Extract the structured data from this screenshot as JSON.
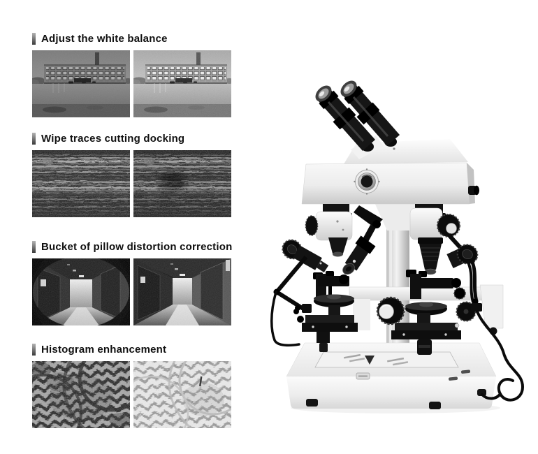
{
  "page": {
    "background": "#ffffff"
  },
  "colors": {
    "heading_text": "#101010",
    "accent_bar_top": "#b4b4b4",
    "accent_bar_bottom": "#3a3a3a"
  },
  "sections": [
    {
      "id": "white-balance",
      "label": "Adjust the white balance",
      "left_image": "building-photo-dark",
      "right_image": "building-photo-bright"
    },
    {
      "id": "wipe-traces",
      "label": "Wipe traces cutting docking",
      "left_image": "toolmark-striations-photo",
      "right_image": "toolmark-striations-photo-2"
    },
    {
      "id": "distortion-correction",
      "label": "Bucket of pillow distortion correction",
      "left_image": "corridor-fisheye-photo",
      "right_image": "corridor-corrected-photo"
    },
    {
      "id": "histogram-enhancement",
      "label": "Histogram enhancement",
      "left_image": "tread-pattern-dark-photo",
      "right_image": "tread-pattern-light-photo"
    }
  ],
  "figure": {
    "icon": "comparison-microscope-photo"
  }
}
